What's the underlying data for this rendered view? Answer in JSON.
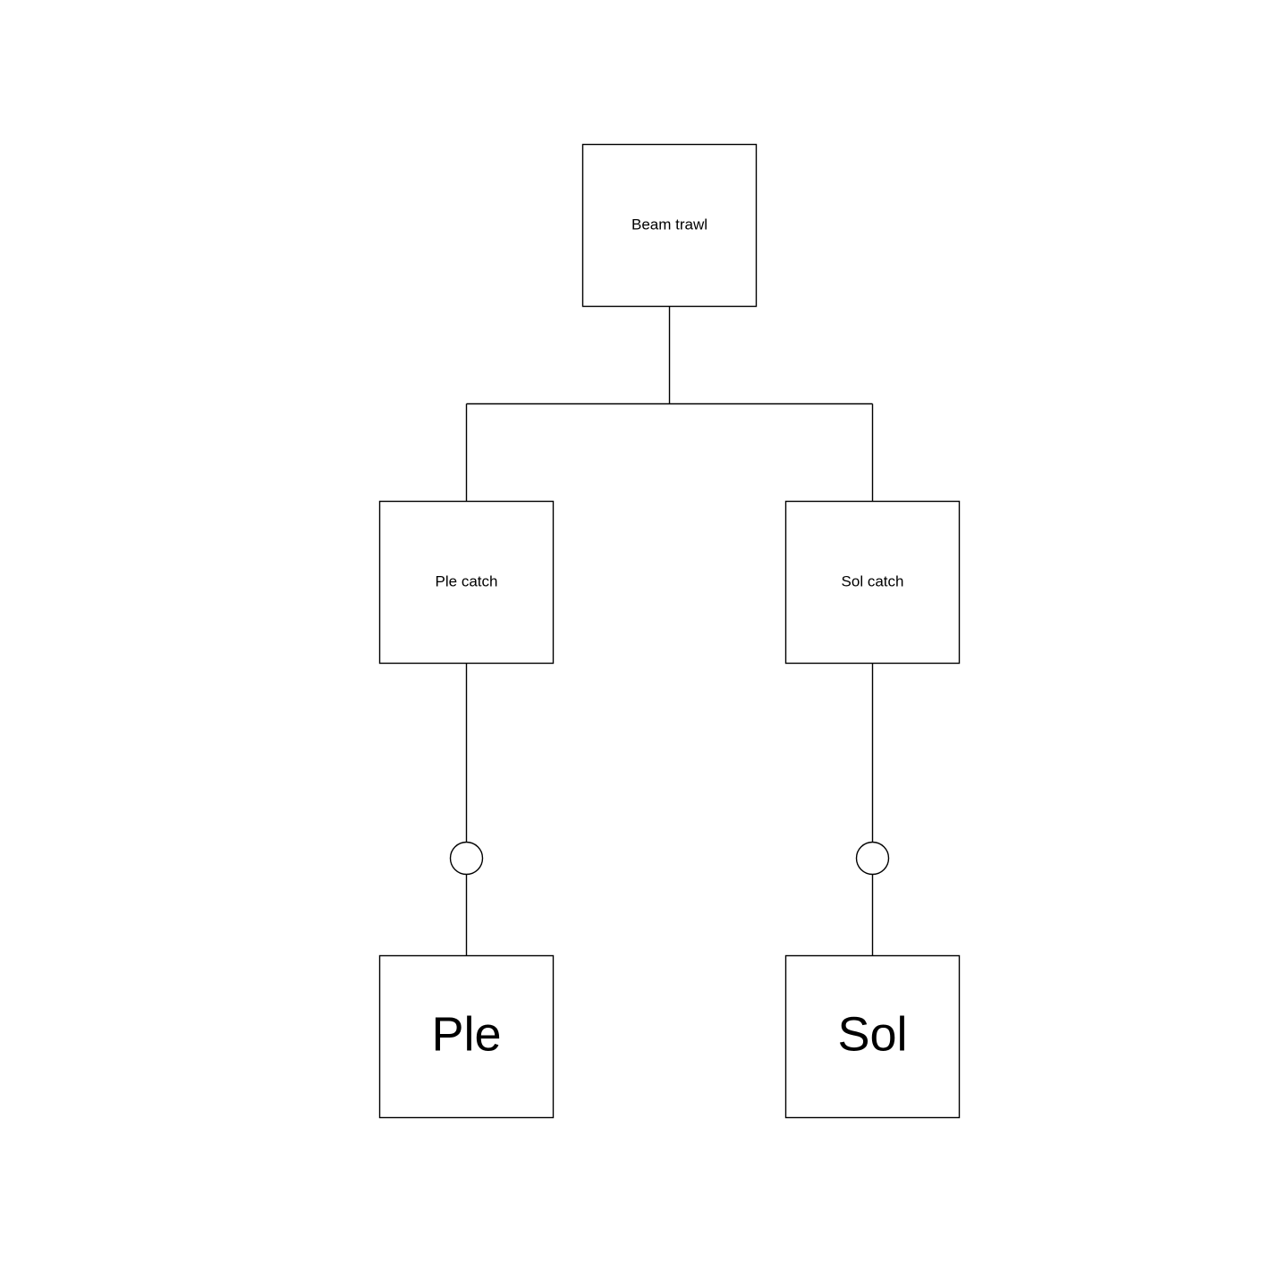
{
  "diagram": {
    "root": {
      "label": "Beam trawl"
    },
    "branches": [
      {
        "catch_label": "Ple catch",
        "species_label": "Ple"
      },
      {
        "catch_label": "Sol catch",
        "species_label": "Sol"
      }
    ],
    "colors": {
      "stroke": "#000000",
      "fill": "#ffffff"
    }
  }
}
